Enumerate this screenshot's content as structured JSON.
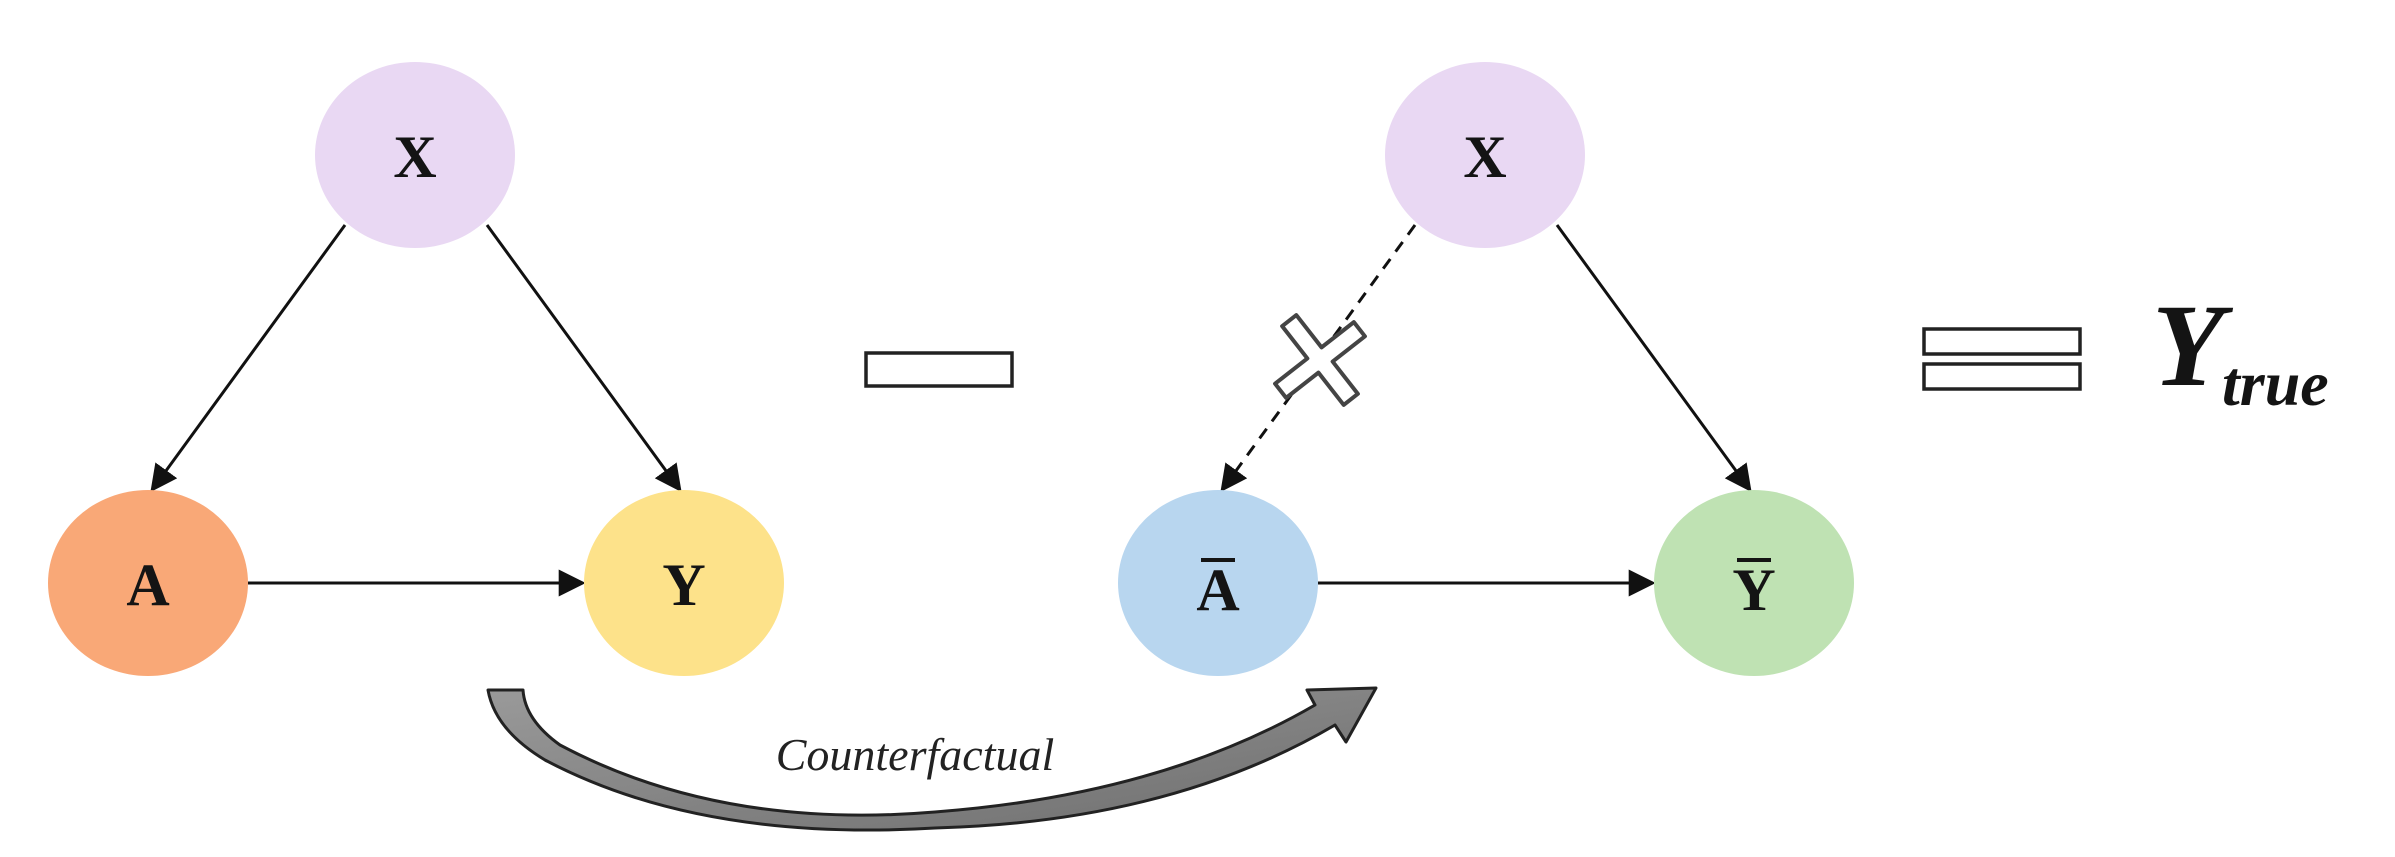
{
  "colors": {
    "node_x": "#e9d8f3",
    "node_a": "#f9a877",
    "node_y": "#fde28a",
    "node_a_bar": "#b8d6ef",
    "node_y_bar": "#bfe2b3",
    "edge": "#111111",
    "curved_arrow": "#8a8a8a"
  },
  "left_graph": {
    "x_label": "X",
    "a_label": "A",
    "y_label": "Y"
  },
  "right_graph": {
    "x_label": "X",
    "a_label": "A",
    "y_label": "Y",
    "blocked_edge_icon": "cross-icon"
  },
  "operators": {
    "minus_icon": "minus-icon",
    "equals_icon": "equals-icon"
  },
  "result": {
    "main": "Y",
    "subscript": "true"
  },
  "counterfactual_label": "Counterfactual"
}
